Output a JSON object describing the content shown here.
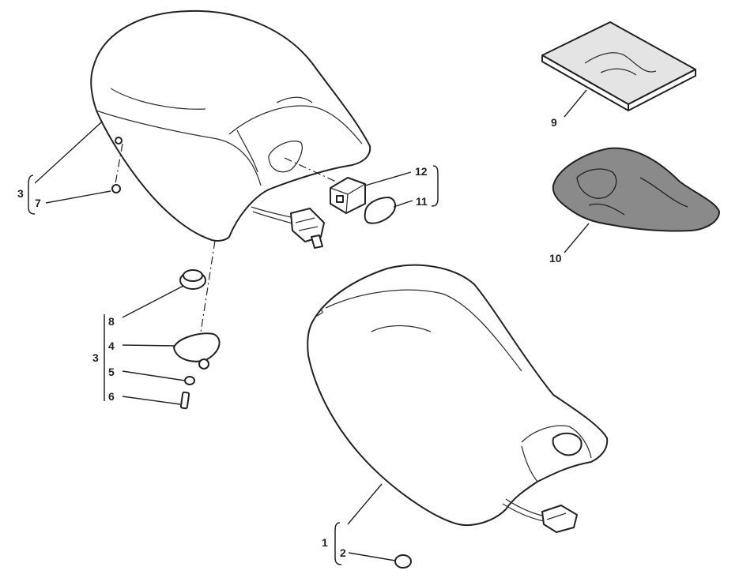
{
  "callouts": {
    "c1": "1",
    "c2": "2",
    "c3_top": "3",
    "c3_mid": "3",
    "c4": "4",
    "c5": "5",
    "c6": "6",
    "c7": "7",
    "c8": "8",
    "c9": "9",
    "c10": "10",
    "c11": "11",
    "c12": "12"
  },
  "colors": {
    "line": "#222222",
    "cover_fill": "#8a8a8a",
    "manual_fill": "#e4e4e4"
  },
  "icons": [
    "seat-icon",
    "passenger-seat-icon",
    "manual-icon",
    "seat-cover-icon",
    "connector-icon",
    "grommet-icon",
    "screw-icon"
  ]
}
